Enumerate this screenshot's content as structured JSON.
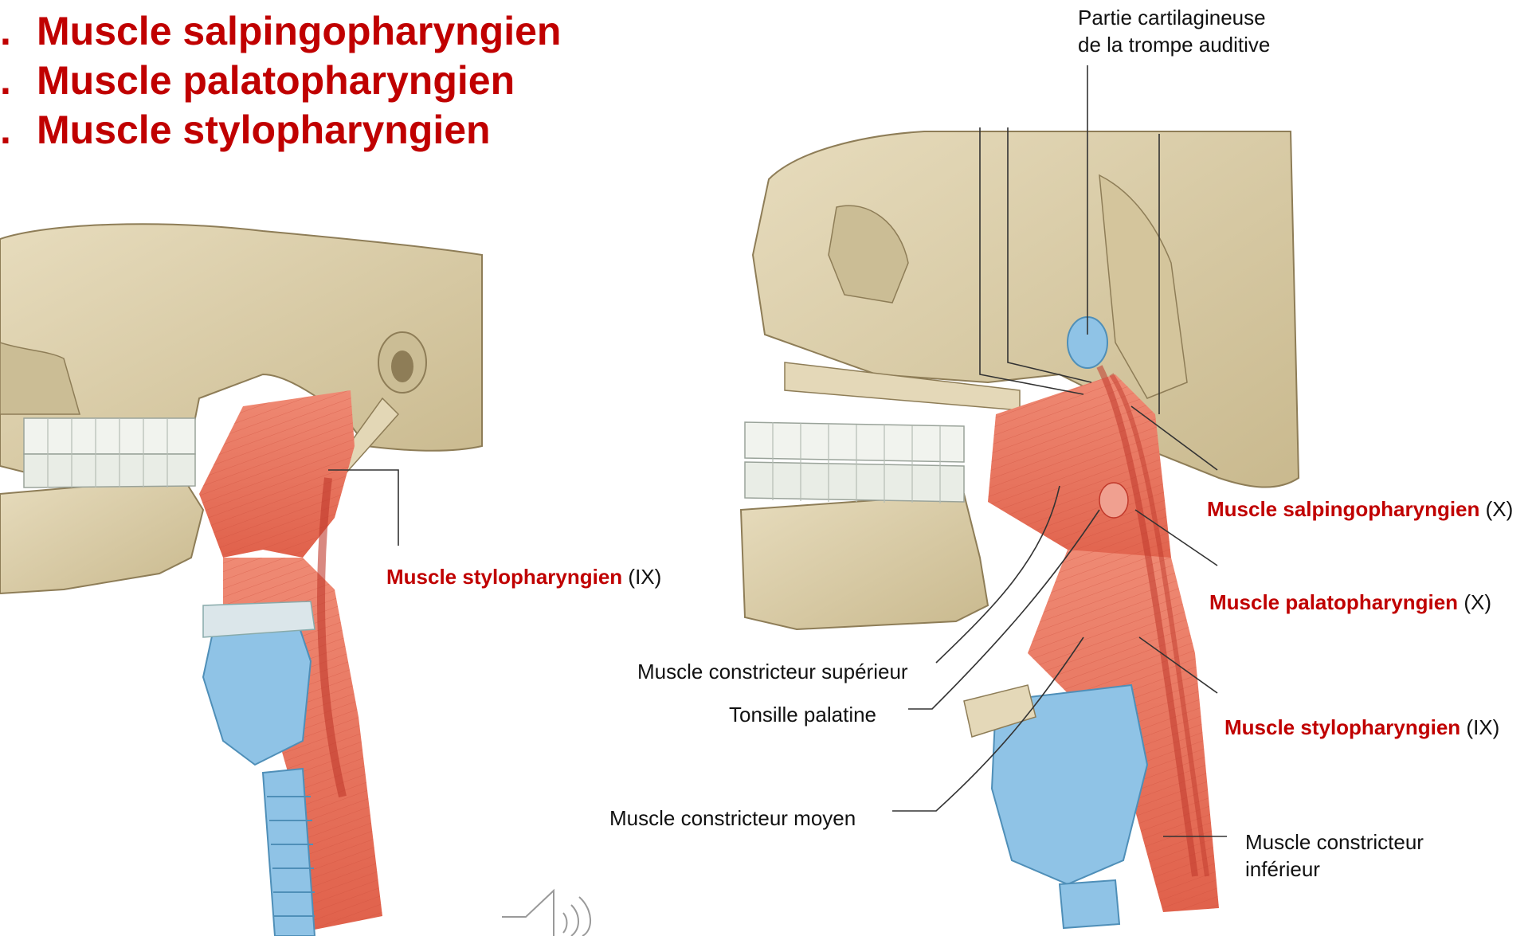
{
  "heading": {
    "items": [
      {
        "num": ".",
        "text": "Muscle salpingopharyngien"
      },
      {
        "num": ".",
        "text": "Muscle palatopharyngien"
      },
      {
        "num": ".",
        "text": "Muscle stylopharyngien"
      }
    ]
  },
  "left_figure": {
    "label_stylo": {
      "name": "Muscle stylopharyngien",
      "nerve": "(IX)"
    }
  },
  "right_figure": {
    "cartilage": {
      "line1": "Partie cartilagineuse",
      "line2": "de la trompe auditive"
    },
    "salpingo": {
      "name": "Muscle salpingopharyngien",
      "nerve": "(X)"
    },
    "palato": {
      "name": "Muscle palatopharyngien",
      "nerve": "(X)"
    },
    "stylo": {
      "name": "Muscle stylopharyngien",
      "nerve": "(IX)"
    },
    "constricteur_sup": "Muscle constricteur supérieur",
    "tonsille": "Tonsille palatine",
    "constricteur_moyen": "Muscle constricteur moyen",
    "constricteur_inf": {
      "line1": "Muscle constricteur",
      "line2": "inférieur"
    }
  },
  "colors": {
    "muscle": "#e8705a",
    "bone": "#d9cba6",
    "cartilage": "#8fc3e6",
    "highlight_text": "#c00000"
  },
  "icons": [
    "speaker-icon"
  ]
}
